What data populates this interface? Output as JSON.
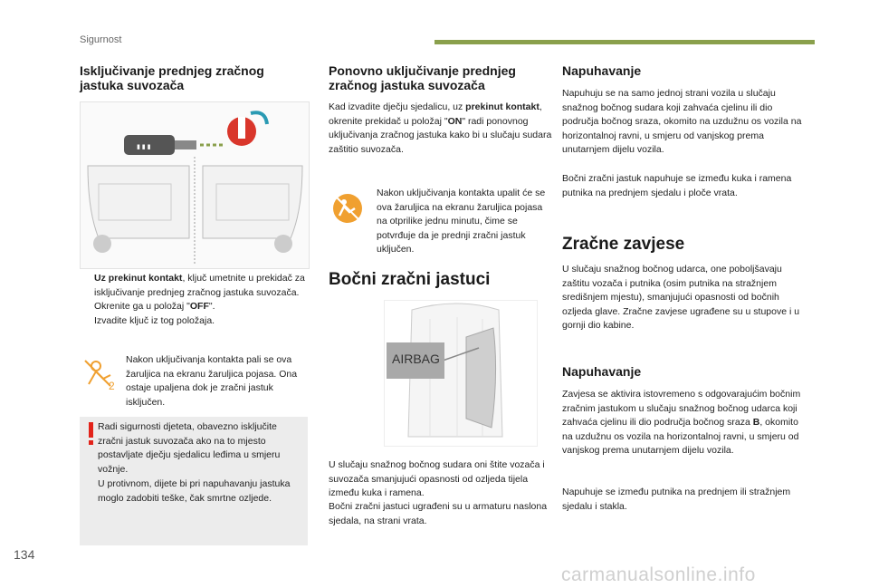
{
  "header": {
    "section": "Sigurnost",
    "accent_color": "#8aa04c"
  },
  "col1": {
    "title": "Isključivanje prednjeg zračnog jastuka suvozača",
    "bullets": [
      {
        "marker": "",
        "bold": "Uz prekinut kontakt",
        "text": ", ključ umetnite u prekidač za isključivanje prednjeg zračnog jastuka suvozača."
      },
      {
        "marker": "",
        "bold": "",
        "text": "Okrenite ga u položaj \"",
        "bold2": "OFF",
        "text2": "\"."
      },
      {
        "marker": "",
        "bold": "",
        "text": "Izvadite ključ iz tog položaja."
      }
    ],
    "info_text": "Nakon uključivanja kontakta pali se ova žaruljica na ekranu žaruljica pojasa. Ona ostaje upaljena dok je zračni jastuk isključen.",
    "warning": {
      "icon": "exclamation-icon",
      "color": "#e2231a",
      "p1": "Radi sigurnosti djeteta, obavezno isključite zračni jastuk suvozača ako na to mjesto postavljate dječju sjedalicu leđima u smjeru vožnje.",
      "p2": "U protivnom, dijete bi pri napuhavanju jastuka moglo zadobiti teške, čak smrtne ozljede."
    }
  },
  "col2": {
    "title": "Ponovno uključivanje prednjeg zračnog jastuka suvozača",
    "para": {
      "t1": "Kad izvadite dječju sjedalicu, uz ",
      "b1": "prekinut kontakt",
      "t2": ", okrenite prekidač u položaj \"",
      "b2": "ON",
      "t3": "\" radi ponovnog uključivanja zračnog jastuka kako bi u slučaju sudara zaštitio suvozača."
    },
    "info_text": "Nakon uključivanja kontakta upalit će se ova žaruljica na ekranu žaruljica pojasa na otprilike jednu minutu, čime se potvrđuje da je prednji zračni jastuk uključen.",
    "side_title": "Bočni zračni jastuci",
    "airbag_label": "AIRBAG",
    "side_p1": "U slučaju snažnog bočnog sudara oni štite vozača i suvozača smanjujući opasnosti od ozljeda tijela između kuka i ramena.",
    "side_p2": "Bočni zračni jastuci ugrađeni su u armaturu naslona sjedala, na strani vrata."
  },
  "col3": {
    "inflation_title": "Napuhavanje",
    "inflation_p1": "Napuhuju se na samo jednoj strani vozila u slučaju snažnog bočnog sudara koji zahvaća cjelinu ili dio područja bočnog sraza, okomito na uzdužnu os vozila na horizontalnoj ravni, u smjeru od vanjskog prema unutarnjem dijelu vozila.",
    "inflation_p2": "Bočni zračni jastuk napuhuje se između kuka i ramena putnika na prednjem sjedalu i ploče vrata.",
    "curtain_title": "Zračne zavjese",
    "curtain_p": "U slučaju snažnog bočnog udarca, one poboljšavaju zaštitu vozača i putnika (osim putnika na stražnjem središnjem mjestu), smanjujući opasnosti od bočnih ozljeda glave. Zračne zavjese ugrađene su u stupove i u gornji dio kabine.",
    "inflation2_title": "Napuhavanje",
    "inflation2_p1": {
      "t1": "Zavjesa se aktivira istovremeno s odgovarajućim bočnim zračnim jastukom u slučaju snažnog bočnog udarca koji zahvaća cjelinu ili dio područja bočnog sraza ",
      "b1": "B",
      "t2": ", okomito na uzdužnu os vozila na horizontalnoj ravni, u smjeru od vanjskog prema unutarnjem dijelu vozila."
    },
    "inflation2_p2": "Napuhuje se između putnika na prednjem ili stražnjem sjedalu i stakla."
  },
  "footer": {
    "page_number": "134",
    "watermark": "carmanualsonline.info"
  },
  "colors": {
    "info_icon_orange": "#f0a030",
    "warning_red": "#e2231a"
  }
}
